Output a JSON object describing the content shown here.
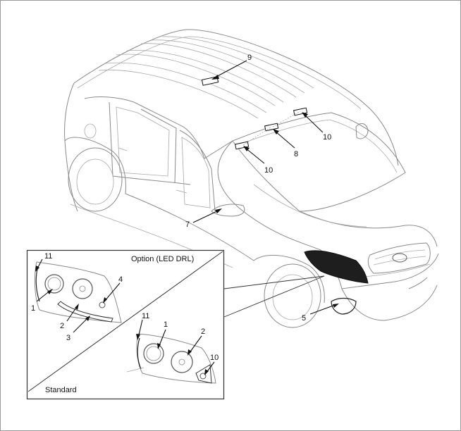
{
  "inset": {
    "option_label": "Option (LED DRL)",
    "standard_label": "Standard"
  },
  "callouts": {
    "n1": "1",
    "n2": "2",
    "n3": "3",
    "n4": "4",
    "n5": "5",
    "n7": "7",
    "n8": "8",
    "n9": "9",
    "n10": "10",
    "n11": "11"
  }
}
